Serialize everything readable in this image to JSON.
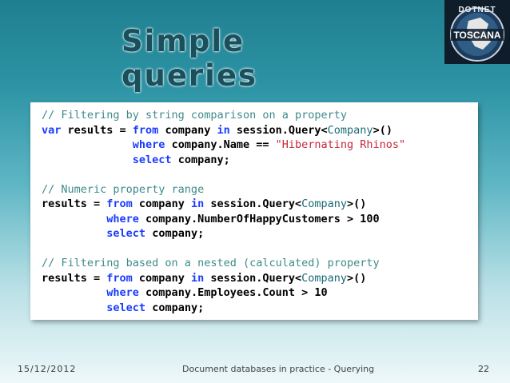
{
  "slide": {
    "title": "Simple queries",
    "logo": {
      "top_text": "DOTNET",
      "bottom_text": "TOSCANA"
    },
    "footer": {
      "date": "15/12/2012",
      "caption": "Document databases in practice - Querying",
      "page": "22"
    }
  },
  "code_block": {
    "lines": [
      [
        {
          "t": "c",
          "v": "// Filtering by string comparison on a property"
        }
      ],
      [
        {
          "t": "k",
          "v": "var"
        },
        {
          "t": "p",
          "v": " results = "
        },
        {
          "t": "k",
          "v": "from"
        },
        {
          "t": "p",
          "v": " company "
        },
        {
          "t": "k",
          "v": "in"
        },
        {
          "t": "p",
          "v": " session.Query<"
        },
        {
          "t": "t",
          "v": "Company"
        },
        {
          "t": "p",
          "v": ">()"
        }
      ],
      [
        {
          "t": "p",
          "v": "              "
        },
        {
          "t": "k",
          "v": "where"
        },
        {
          "t": "p",
          "v": " company.Name == "
        },
        {
          "t": "s",
          "v": "\"Hibernating Rhinos\""
        }
      ],
      [
        {
          "t": "p",
          "v": "              "
        },
        {
          "t": "k",
          "v": "select"
        },
        {
          "t": "p",
          "v": " company;"
        }
      ],
      [
        {
          "t": "p",
          "v": ""
        }
      ],
      [
        {
          "t": "c",
          "v": "// Numeric property range"
        }
      ],
      [
        {
          "t": "p",
          "v": "results = "
        },
        {
          "t": "k",
          "v": "from"
        },
        {
          "t": "p",
          "v": " company "
        },
        {
          "t": "k",
          "v": "in"
        },
        {
          "t": "p",
          "v": " session.Query<"
        },
        {
          "t": "t",
          "v": "Company"
        },
        {
          "t": "p",
          "v": ">()"
        }
      ],
      [
        {
          "t": "p",
          "v": "          "
        },
        {
          "t": "k",
          "v": "where"
        },
        {
          "t": "p",
          "v": " company.NumberOfHappyCustomers > 100"
        }
      ],
      [
        {
          "t": "p",
          "v": "          "
        },
        {
          "t": "k",
          "v": "select"
        },
        {
          "t": "p",
          "v": " company;"
        }
      ],
      [
        {
          "t": "p",
          "v": ""
        }
      ],
      [
        {
          "t": "c",
          "v": "// Filtering based on a nested (calculated) property"
        }
      ],
      [
        {
          "t": "p",
          "v": "results = "
        },
        {
          "t": "k",
          "v": "from"
        },
        {
          "t": "p",
          "v": " company "
        },
        {
          "t": "k",
          "v": "in"
        },
        {
          "t": "p",
          "v": " session.Query<"
        },
        {
          "t": "t",
          "v": "Company"
        },
        {
          "t": "p",
          "v": ">()"
        }
      ],
      [
        {
          "t": "p",
          "v": "          "
        },
        {
          "t": "k",
          "v": "where"
        },
        {
          "t": "p",
          "v": " company.Employees.Count > 10"
        }
      ],
      [
        {
          "t": "p",
          "v": "          "
        },
        {
          "t": "k",
          "v": "select"
        },
        {
          "t": "p",
          "v": " company;"
        }
      ]
    ]
  }
}
